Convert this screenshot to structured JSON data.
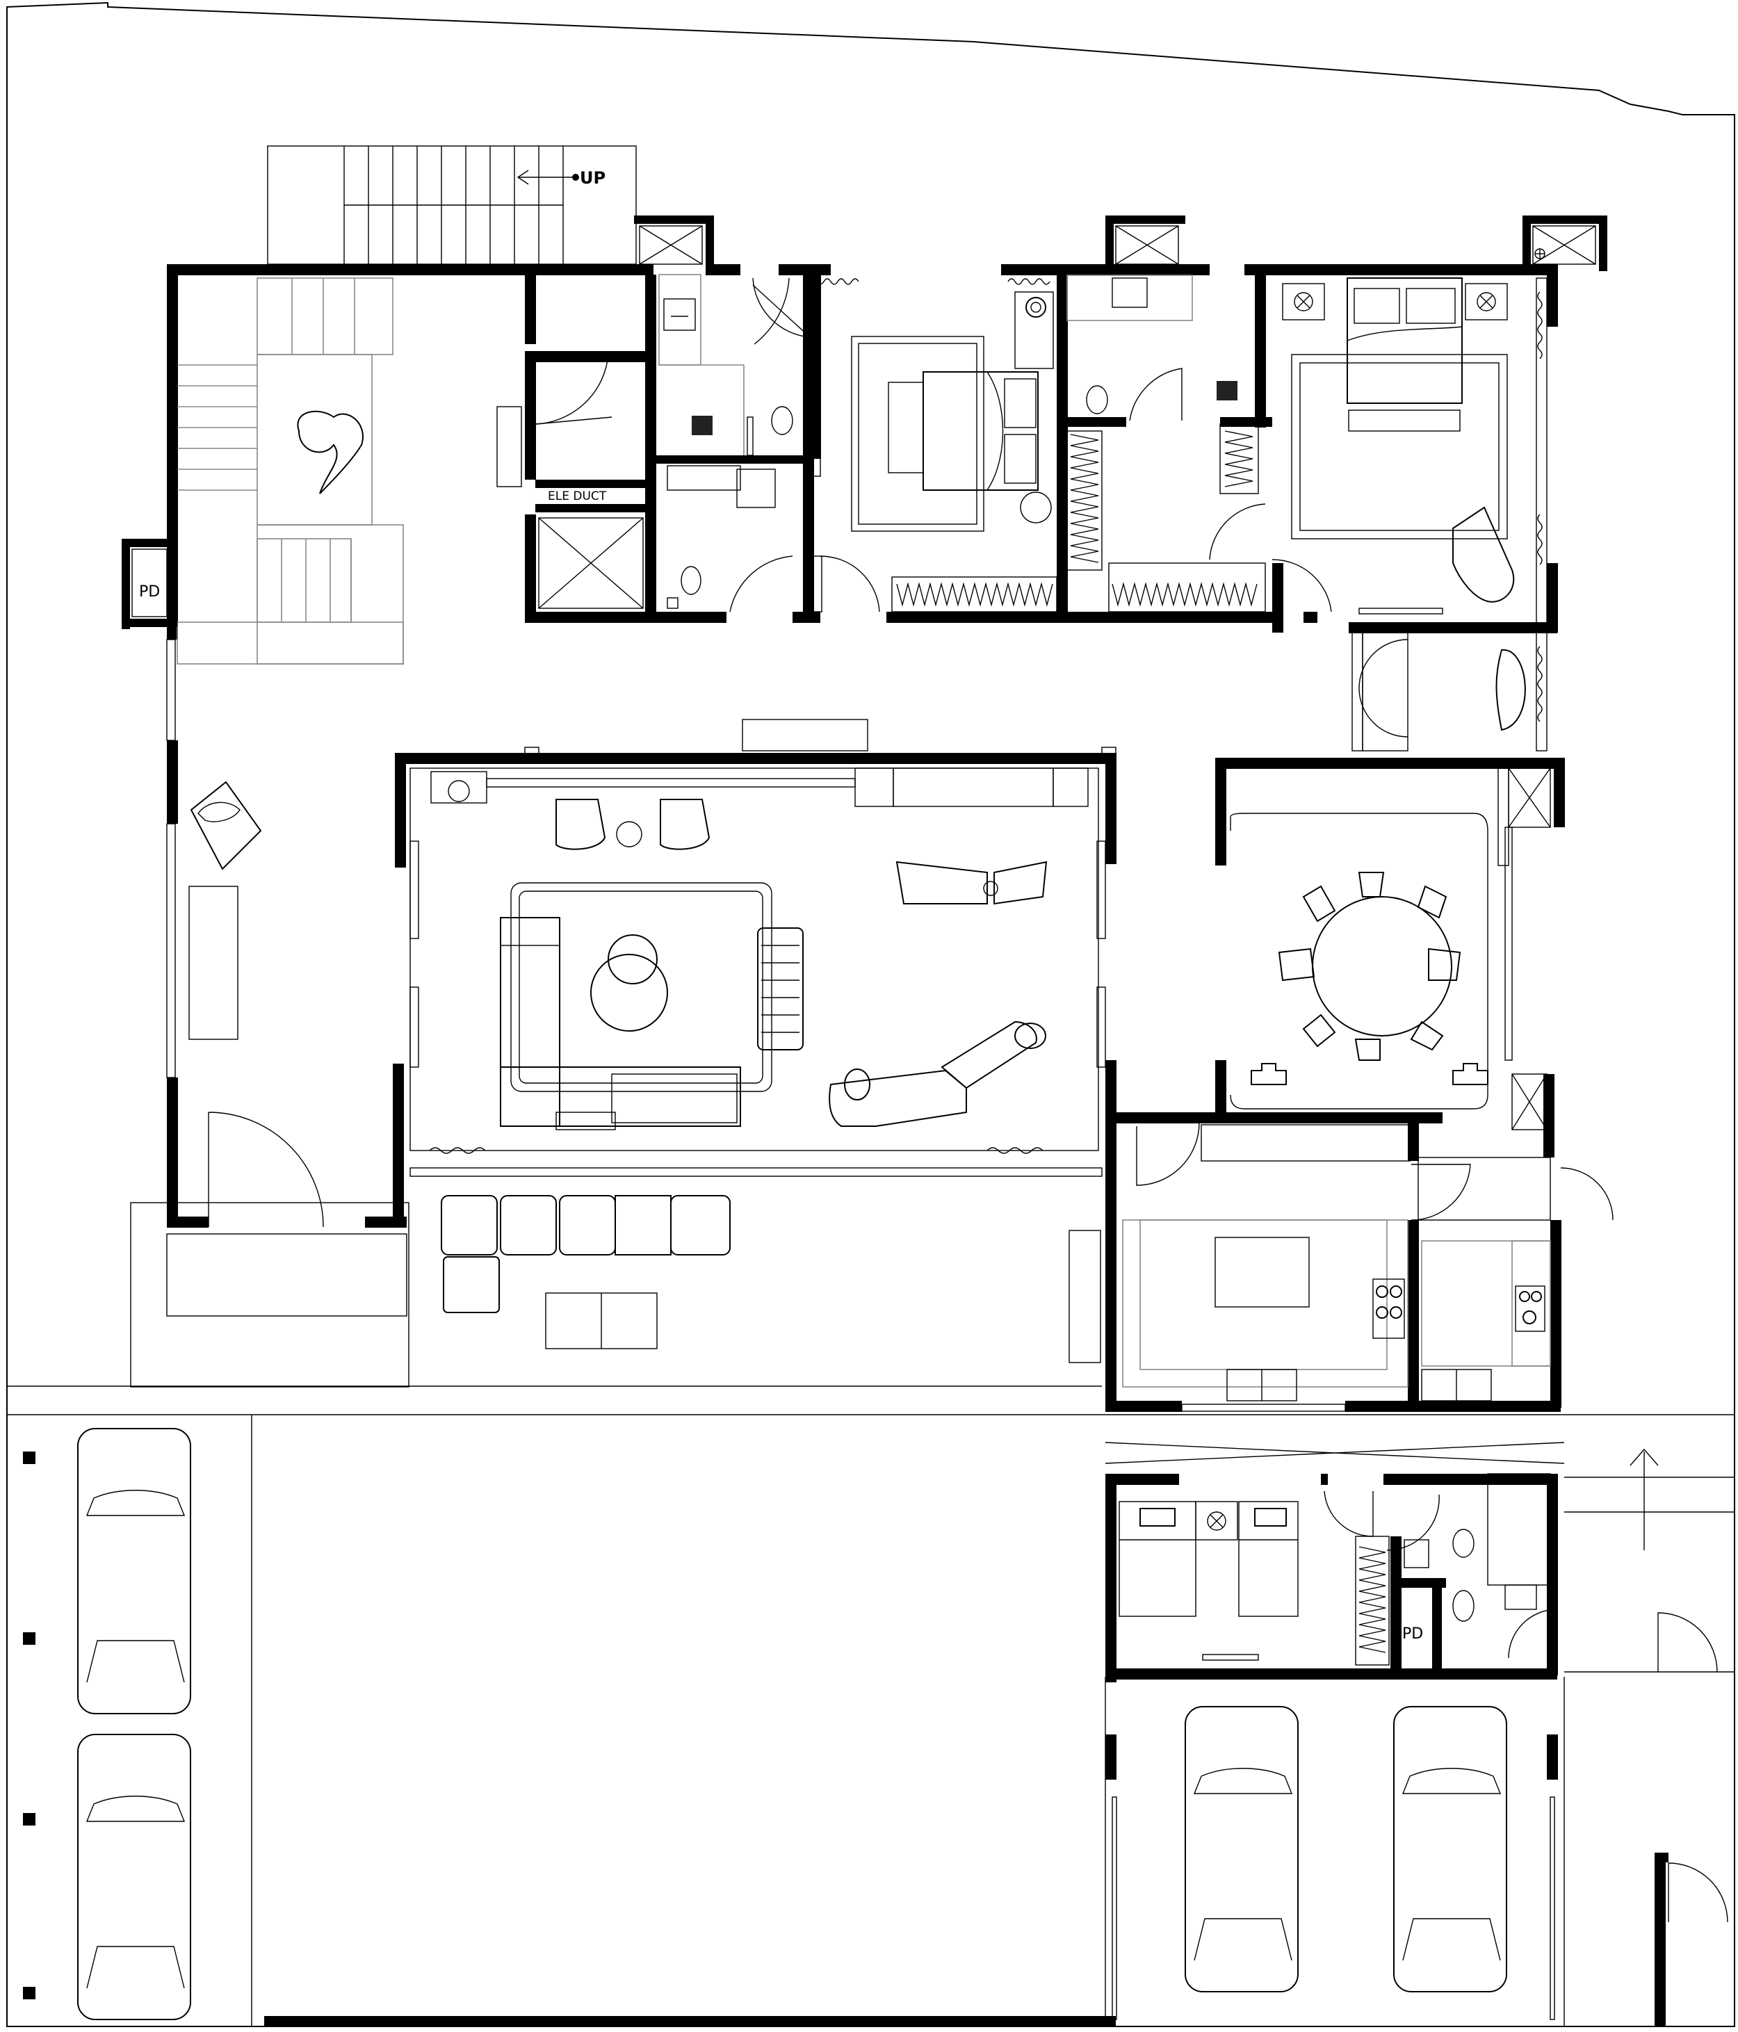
{
  "labels": {
    "stair_up": "UP",
    "electrical_duct": "ELE DUCT",
    "pd_west": "PD",
    "pd_servant": "PD"
  },
  "colors": {
    "wall": "#000000",
    "line": "#000000",
    "grey_line": "#888888",
    "background": "#ffffff"
  }
}
